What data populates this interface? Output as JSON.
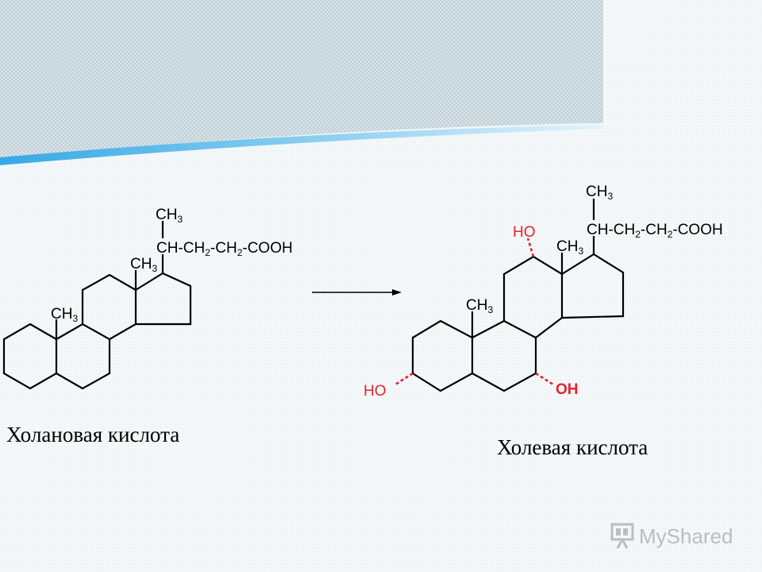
{
  "left_molecule": {
    "name": "Холановая кислота",
    "methyl_ring": "CH3",
    "methyl_side": "CH3",
    "methyl_chain": "CH3",
    "side_chain_parts": [
      "CH-CH",
      "2",
      "-CH",
      "2",
      "-COOH"
    ]
  },
  "right_molecule": {
    "name": "Холевая кислота",
    "methyl_ring": "CH3",
    "methyl_side": "CH3",
    "methyl_chain": "CH3",
    "side_chain_parts": [
      "CH-CH",
      "2",
      "-CH",
      "2",
      "-COOH"
    ],
    "hydroxyl_3": "HO",
    "hydroxyl_7": "OH",
    "hydroxyl_12": "HO"
  },
  "watermark": "MyShared",
  "colors": {
    "hydroxyl": "#e8222c",
    "bond": "#000000",
    "swoosh": "#35a9e6",
    "background": "#f4f8f9"
  }
}
